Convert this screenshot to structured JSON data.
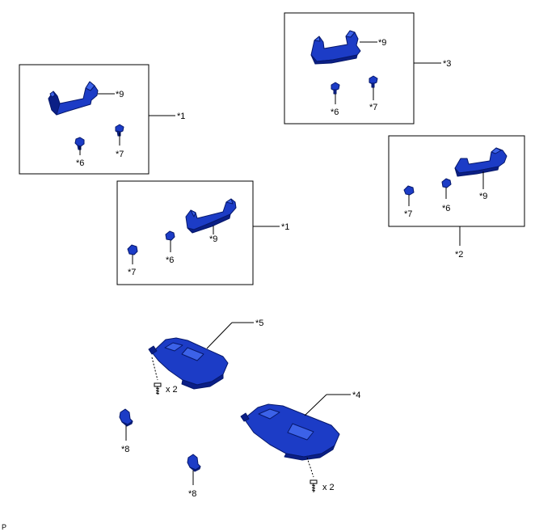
{
  "labels": {
    "assist_grip_front_left": "*1",
    "assist_grip_rear_left": "*1",
    "assist_grip_rear_right": "*2",
    "assist_grip_front_right": "*3",
    "visor_rh": "*4",
    "visor_lh": "*5",
    "cover": "*6",
    "clip": "*7",
    "holder": "*8",
    "handle": "*9",
    "screw_qty": "x 2",
    "footer": "P"
  },
  "colors": {
    "part_fill": "#1c3cc6",
    "part_shadow": "#0b1f86",
    "part_highlight": "#3c62e8",
    "line": "#000000"
  },
  "icons": {
    "screw": "screw-icon",
    "grip": "assist-grip-icon",
    "visor": "sun-visor-icon",
    "clip": "clip-icon",
    "holder": "visor-holder-icon"
  }
}
